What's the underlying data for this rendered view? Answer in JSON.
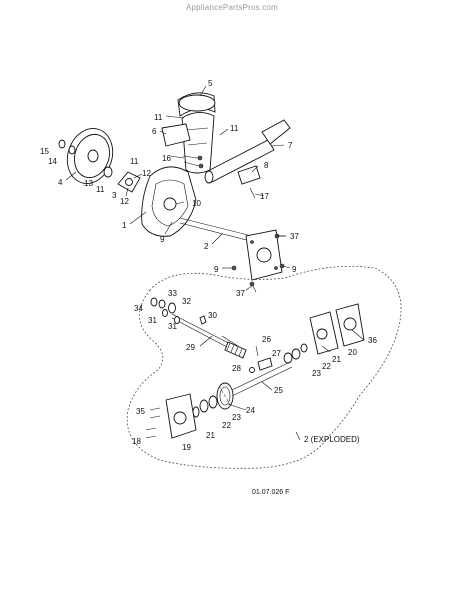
{
  "watermark": "AppliancePartsPros.com",
  "diagram_code": "01.07.026 F",
  "exploded_label": "2 (EXPLODED)",
  "callouts": {
    "c1": "1",
    "c2": "2",
    "c3": "3",
    "c4": "4",
    "c5": "5",
    "c6": "6",
    "c7": "7",
    "c8": "8",
    "c9a": "9",
    "c9b": "9",
    "c9c": "9",
    "c10": "10",
    "c11a": "11",
    "c11b": "11",
    "c11c": "11",
    "c11d": "11",
    "c12a": "12",
    "c12b": "12",
    "c13": "13",
    "c14": "14",
    "c15": "15",
    "c16": "16",
    "c17": "17",
    "c18": "18",
    "c19": "19",
    "c20": "20",
    "c21a": "21",
    "c21b": "21",
    "c22a": "22",
    "c22b": "22",
    "c23a": "23",
    "c23b": "23",
    "c24": "24",
    "c25": "25",
    "c26": "26",
    "c27": "27",
    "c28": "28",
    "c29": "29",
    "c30": "30",
    "c31a": "31",
    "c31b": "31",
    "c32": "32",
    "c33": "33",
    "c34": "34",
    "c35": "35",
    "c36": "36",
    "c37a": "37",
    "c37b": "37"
  }
}
